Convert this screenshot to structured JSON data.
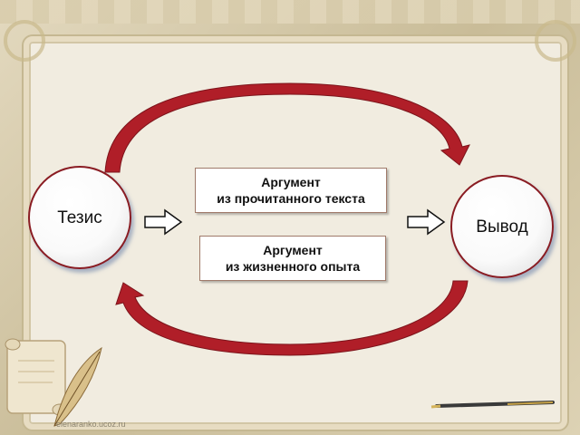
{
  "slide": {
    "thesis": "Тезис",
    "conclusion": "Вывод",
    "argument_reading": {
      "line1": "Аргумент",
      "line2": "из прочитанного текста"
    },
    "argument_life": {
      "line1": "Аргумент",
      "line2": "из жизненного опыта"
    },
    "watermark": "elenaranko.ucoz.ru"
  },
  "colors": {
    "arc": "#b01e28",
    "circle_border": "#8a1c24",
    "panel": "#f1ece0"
  },
  "icons": [
    "quill-pen-icon",
    "scroll-icon",
    "fountain-pen-icon",
    "hollow-arrow-icon"
  ]
}
